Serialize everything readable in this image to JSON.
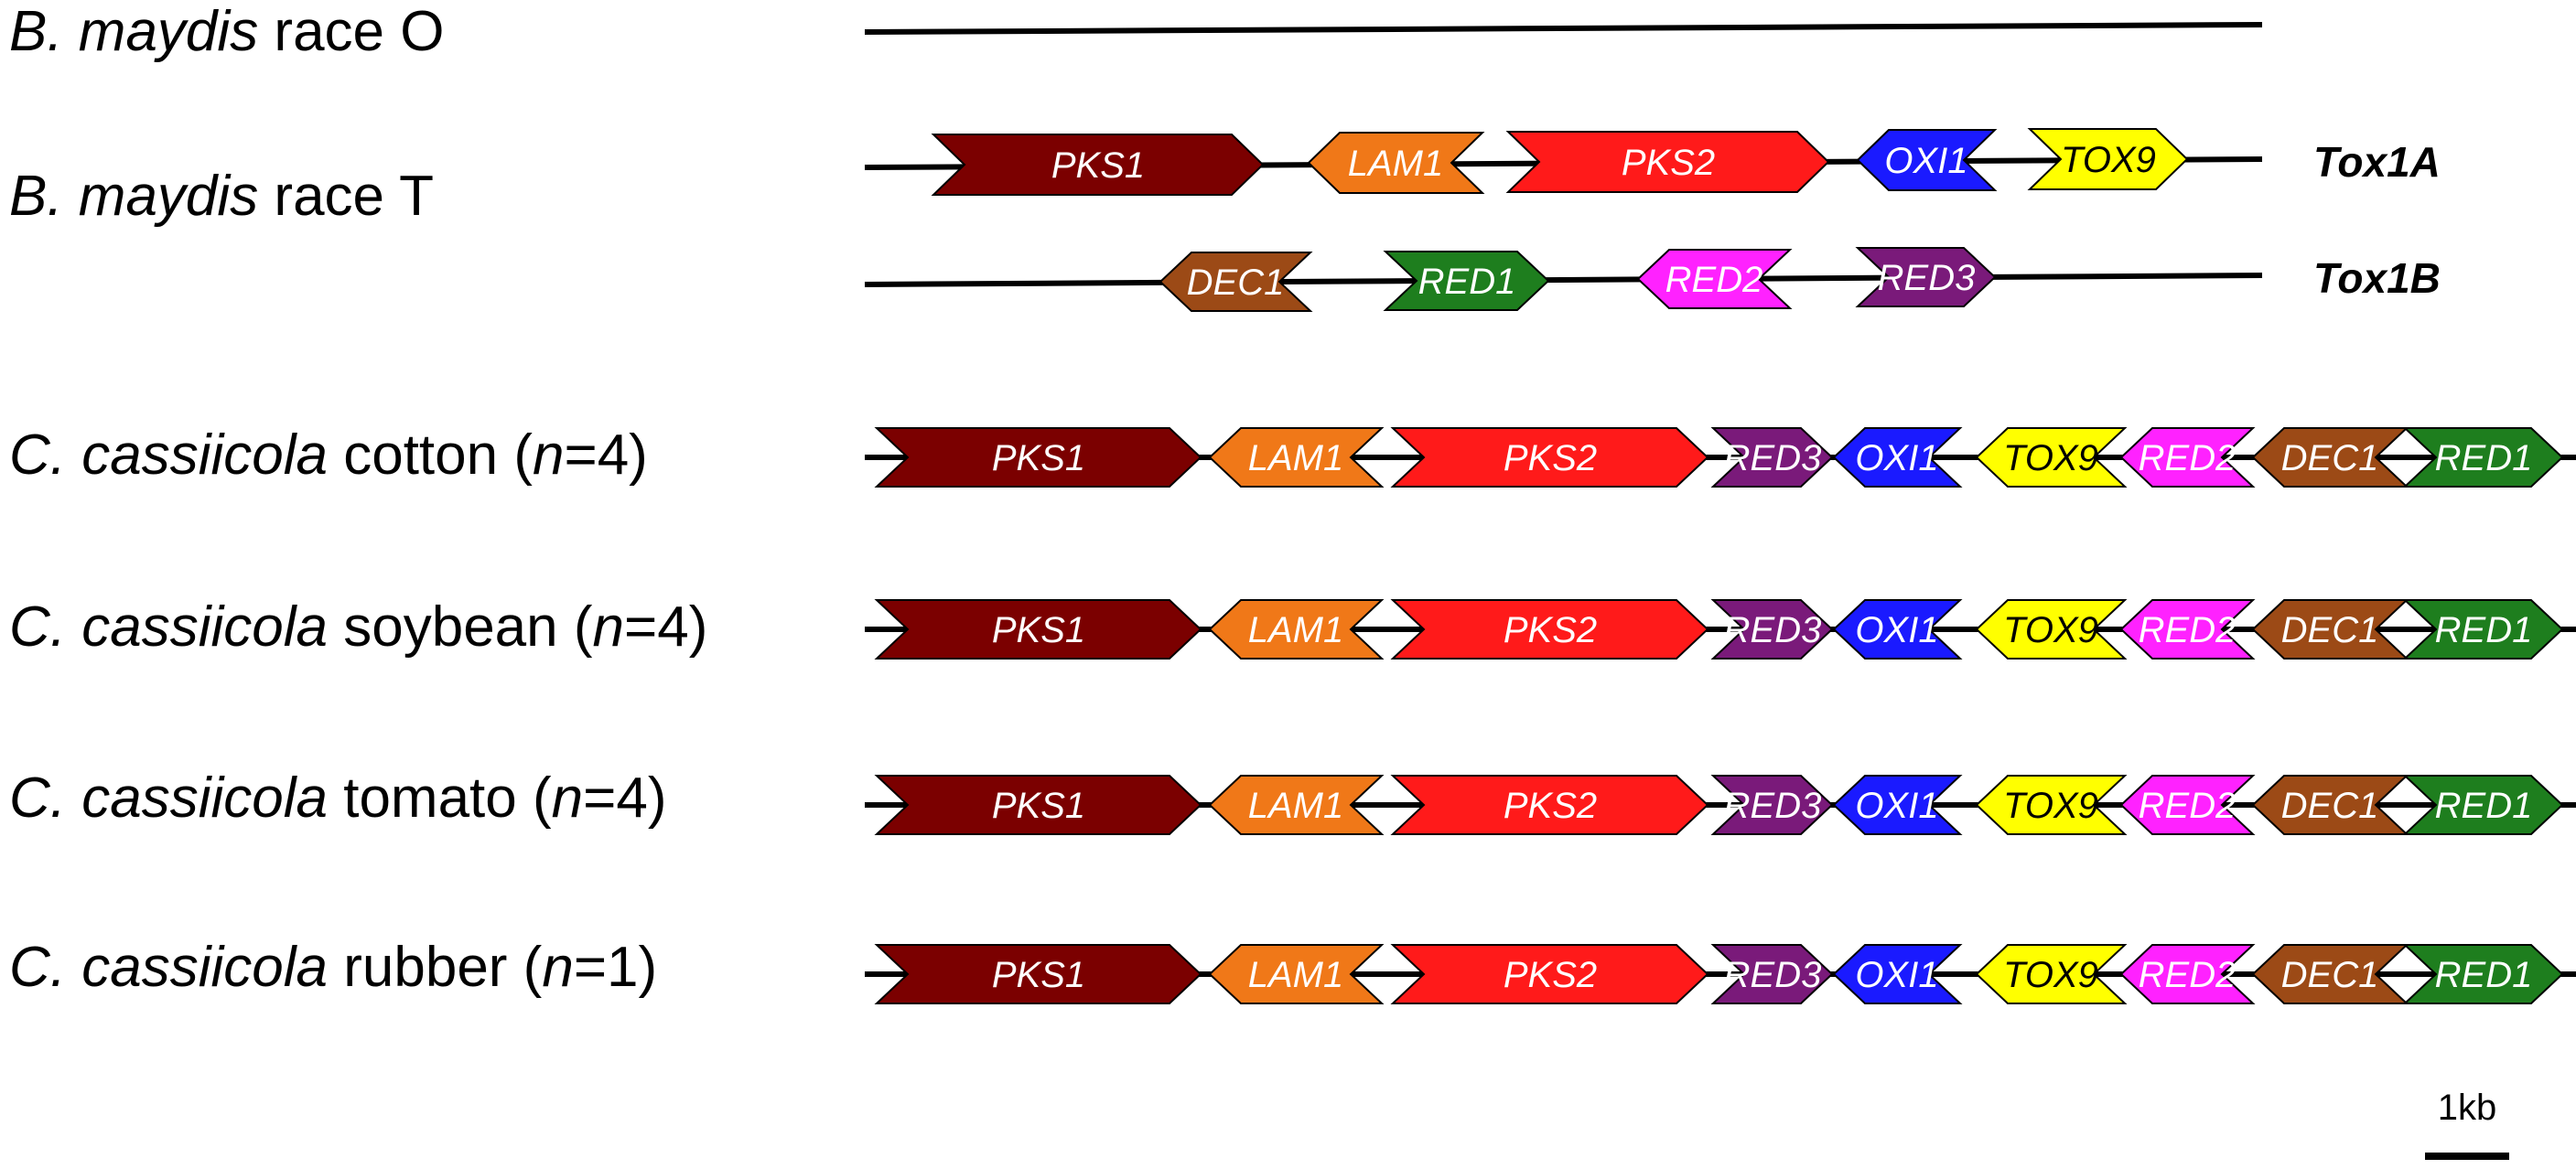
{
  "rows": [
    {
      "id": "bm-race-o",
      "label_parts": [
        {
          "text": "B. maydis",
          "italic": true
        },
        {
          "text": " race O",
          "italic": false
        }
      ]
    },
    {
      "id": "bm-race-t",
      "label_parts": [
        {
          "text": "B. maydis",
          "italic": true
        },
        {
          "text": " race T",
          "italic": false
        }
      ]
    },
    {
      "id": "cc-cotton",
      "label_parts": [
        {
          "text": "C. cassiicola",
          "italic": true
        },
        {
          "text": " cotton (",
          "italic": false
        },
        {
          "text": "n",
          "italic": true
        },
        {
          "text": "=4)",
          "italic": false
        }
      ]
    },
    {
      "id": "cc-soybean",
      "label_parts": [
        {
          "text": "C. cassiicola",
          "italic": true
        },
        {
          "text": " soybean (",
          "italic": false
        },
        {
          "text": "n",
          "italic": true
        },
        {
          "text": "=4)",
          "italic": false
        }
      ]
    },
    {
      "id": "cc-tomato",
      "label_parts": [
        {
          "text": "C. cassiicola",
          "italic": true
        },
        {
          "text": " tomato (",
          "italic": false
        },
        {
          "text": "n",
          "italic": true
        },
        {
          "text": "=4)",
          "italic": false
        }
      ]
    },
    {
      "id": "cc-rubber",
      "label_parts": [
        {
          "text": "C. cassiicola",
          "italic": true
        },
        {
          "text": " rubber (",
          "italic": false
        },
        {
          "text": "n",
          "italic": true
        },
        {
          "text": "=1)",
          "italic": false
        }
      ]
    }
  ],
  "clusters": [
    {
      "id": "tox1a",
      "label": "Tox1A",
      "genes": [
        {
          "name": "PKS1",
          "color": "#7b0000",
          "dir": "right",
          "text": "#ffffff"
        },
        {
          "name": "LAM1",
          "color": "#f07818",
          "dir": "left",
          "text": "#ffffff"
        },
        {
          "name": "PKS2",
          "color": "#ff1a1a",
          "dir": "right",
          "text": "#ffffff"
        },
        {
          "name": "OXI1",
          "color": "#1a1aff",
          "dir": "left",
          "text": "#ffffff"
        },
        {
          "name": "TOX9",
          "color": "#ffff00",
          "dir": "right",
          "text": "#000000"
        }
      ]
    },
    {
      "id": "tox1b",
      "label": "Tox1B",
      "genes": [
        {
          "name": "DEC1",
          "color": "#9c4a16",
          "dir": "left",
          "text": "#ffffff"
        },
        {
          "name": "RED1",
          "color": "#1e7e1e",
          "dir": "right",
          "text": "#ffffff"
        },
        {
          "name": "RED2",
          "color": "#ff22ff",
          "dir": "left",
          "text": "#ffffff"
        },
        {
          "name": "RED3",
          "color": "#7a1a7a",
          "dir": "right",
          "text": "#ffffff"
        }
      ]
    },
    {
      "id": "cassiicola",
      "genes": [
        {
          "name": "PKS1",
          "color": "#7b0000",
          "dir": "right",
          "text": "#ffffff"
        },
        {
          "name": "LAM1",
          "color": "#f07818",
          "dir": "left",
          "text": "#ffffff"
        },
        {
          "name": "PKS2",
          "color": "#ff1a1a",
          "dir": "right",
          "text": "#ffffff"
        },
        {
          "name": "RED3",
          "color": "#7a1a7a",
          "dir": "right",
          "text": "#ffffff"
        },
        {
          "name": "OXI1",
          "color": "#1a1aff",
          "dir": "left",
          "text": "#ffffff"
        },
        {
          "name": "TOX9",
          "color": "#ffff00",
          "dir": "left",
          "text": "#000000"
        },
        {
          "name": "RED2",
          "color": "#ff22ff",
          "dir": "left",
          "text": "#ffffff"
        },
        {
          "name": "DEC1",
          "color": "#9c4a16",
          "dir": "left",
          "text": "#ffffff"
        },
        {
          "name": "RED1",
          "color": "#1e7e1e",
          "dir": "right",
          "text": "#ffffff"
        }
      ]
    }
  ],
  "scale_bar": {
    "label": "1kb"
  }
}
